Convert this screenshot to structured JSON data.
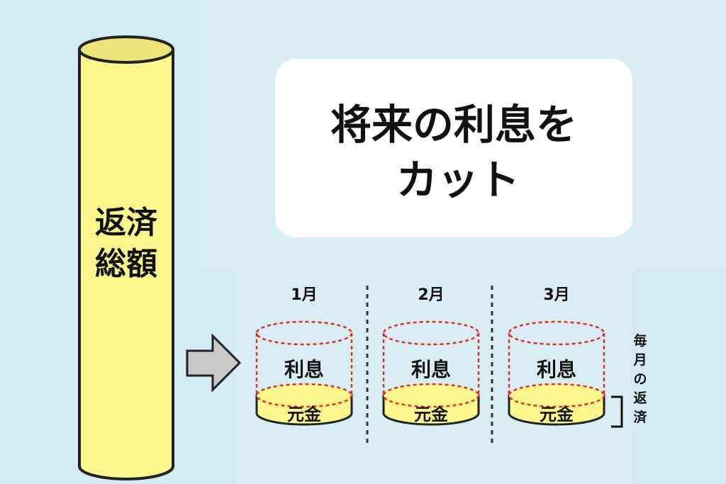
{
  "pillar": {
    "line1": "返済",
    "line2": "総額"
  },
  "callout": {
    "line1": "将来の利息を",
    "line2": "カット"
  },
  "months": [
    {
      "label": "1月",
      "interest": "利息",
      "principal": "元金"
    },
    {
      "label": "2月",
      "interest": "利息",
      "principal": "元金"
    },
    {
      "label": "3月",
      "interest": "利息",
      "principal": "元金"
    }
  ],
  "side_label": "毎月の返済",
  "colors": {
    "background": "#d3ebf2",
    "pillar_fill": "#fbf68c",
    "dashed_red": "#e0302a",
    "arrow_gray": "#c8c8c8"
  }
}
